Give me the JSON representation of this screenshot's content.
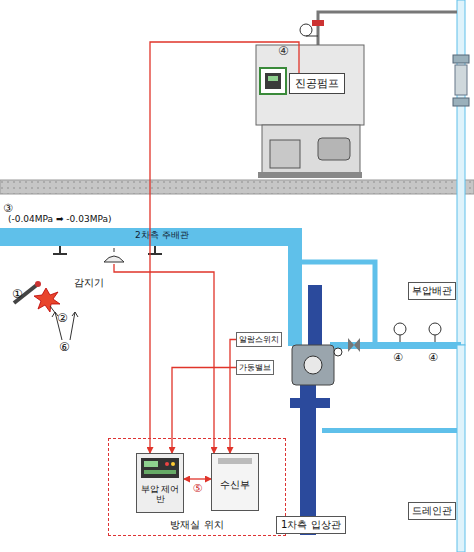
{
  "diagram": {
    "nodes": [
      {
        "text": [
          "진공펌프"
        ]
      },
      {
        "text": [
          "감지기"
        ]
      },
      {
        "text": [
          "부압배관"
        ]
      },
      {
        "text": [
          "알람스위치"
        ]
      },
      {
        "text": [
          "가동밸브"
        ]
      },
      {
        "text": [
          "방재실 위치"
        ]
      },
      {
        "text": [
          "부압 제어반"
        ],
        "in": 5
      },
      {
        "text": [
          "수신부"
        ],
        "in": 5
      },
      {
        "text": [
          "1차측 입상관"
        ]
      },
      {
        "text": [
          "드레인관"
        ]
      }
    ],
    "edges": [
      {
        "from": 0,
        "to": 6,
        "arrow": "to"
      },
      {
        "from": 1,
        "to": 7,
        "arrow": "to"
      },
      {
        "from": 3,
        "to": 7,
        "arrow": "to"
      },
      {
        "from": 4,
        "to": 6,
        "arrow": "to"
      },
      {
        "from": 6,
        "to": 7,
        "label": "⑤",
        "arrow": "both"
      }
    ],
    "labels": [
      "④",
      "③",
      "(-0.04MPa ➡ -0.03MPa)",
      "2차측 주배관",
      "①",
      "②",
      "⑥",
      "④",
      "④"
    ]
  }
}
